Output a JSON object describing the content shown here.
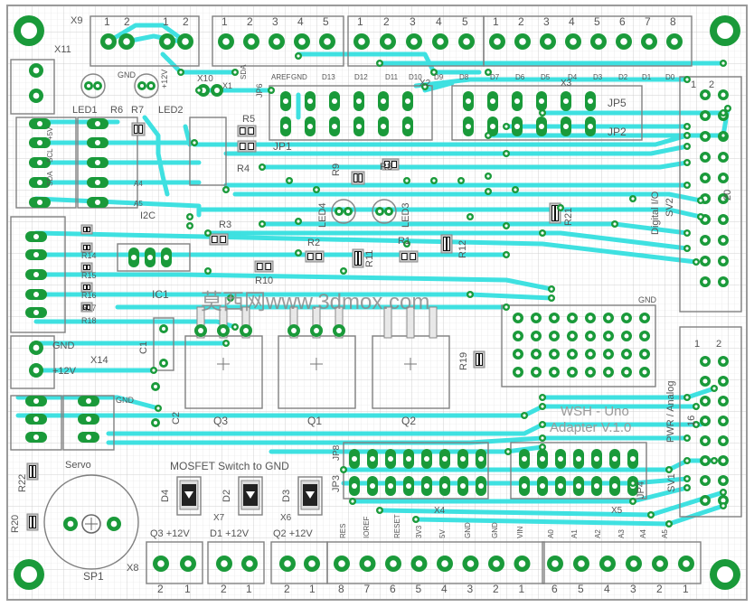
{
  "board": {
    "title": "WSH - Uno",
    "version": "Adapter V.1.0",
    "watermark": "莫西网www.3dmox.com",
    "mosfet_label": "MOSFET Switch to GND"
  },
  "colors": {
    "trace": "#35e0e0",
    "pad": "#1a9a3a",
    "pad_hole": "#ffffff",
    "silk": "#7a7a7a",
    "grid": "#d6d6d6",
    "board": "#ffffff"
  },
  "top_header_pins": {
    "x9": [
      "1",
      "2"
    ],
    "x9b": [
      "1",
      "2"
    ],
    "j_a": [
      "1",
      "2",
      "3",
      "4",
      "5"
    ],
    "j_b": [
      "1",
      "2",
      "3",
      "4",
      "5"
    ],
    "j_c": [
      "1",
      "2",
      "3",
      "4",
      "5",
      "6",
      "7",
      "8"
    ]
  },
  "arduino_labels": [
    "SDA",
    "AREF",
    "GND",
    "D13",
    "D12",
    "D11",
    "D10",
    "D9",
    "D8",
    "D7",
    "D6",
    "D5",
    "D4",
    "D3",
    "D2",
    "D1",
    "D0"
  ],
  "refs": {
    "x9": "X9",
    "x11": "X11",
    "x10": "X10",
    "x1": "X1",
    "x2": "X2",
    "x3": "X3",
    "led1": "LED1",
    "led2": "LED2",
    "led3": "LED3",
    "led4": "LED4",
    "r1": "R1",
    "r2": "R2",
    "r3": "R3",
    "r4": "R4",
    "r5": "R5",
    "r6": "R6",
    "r7": "R7",
    "r8": "R8",
    "r9": "R9",
    "r10": "R10",
    "r12": "R12",
    "r14": "R14",
    "r15": "R15",
    "r16": "R16",
    "r17": "R17",
    "r18": "R18",
    "r19": "R19",
    "r20": "R20",
    "r22": "R22",
    "jp1": "JP1",
    "jp2": "JP2",
    "jp3": "JP3",
    "jp4": "JP4",
    "jp5": "JP5",
    "jp6": "JP6",
    "jp8": "JP8",
    "ic1": "IC1",
    "i2c": "I2C",
    "sv1": "SV1",
    "sv2": "SV2",
    "q1": "Q1",
    "q2": "Q2",
    "q3": "Q3",
    "c1": "C1",
    "c2": "C2",
    "d1": "D1",
    "d2": "D2",
    "d3": "D3",
    "d4": "D4",
    "x4": "X4",
    "x5": "X5",
    "x6": "X6",
    "x7": "X7",
    "x8": "X8",
    "x14": "X14",
    "sp1": "SP1",
    "servo": "Servo",
    "digital_io": "Digital I/O",
    "pwr": "PWR / Analog"
  },
  "misc_labels": {
    "gnd": "GND",
    "v5": "+5V",
    "v12": "+12V",
    "scl": "SCL",
    "sda": "SDA",
    "a4": "A4",
    "a5": "A5",
    "q3_12v": "Q3 +12V",
    "d1_12v": "D1 +12V",
    "q2_12v": "Q2 +12V",
    "res": "RES",
    "ioref": "IOREF",
    "reset": "RESET",
    "v3": "3V3",
    "v5b": "5V",
    "gnd2": "GND",
    "vin": "VIN",
    "a0": "A0",
    "a1": "A1",
    "a2": "A2",
    "a3": "A3",
    "a4b": "A4",
    "a5b": "A5",
    "n20": "20",
    "n16": "16",
    "n2": "2",
    "n1": "1",
    "v12x14": "+12V"
  },
  "bottom_pins": {
    "x8": [
      "2",
      "1"
    ],
    "x7": [
      "2",
      "1"
    ],
    "x6": [
      "2",
      "1"
    ],
    "x4": [
      "8",
      "7",
      "6",
      "5",
      "4",
      "3",
      "2",
      "1"
    ],
    "x5": [
      "6",
      "5",
      "4",
      "3",
      "2",
      "1"
    ]
  }
}
